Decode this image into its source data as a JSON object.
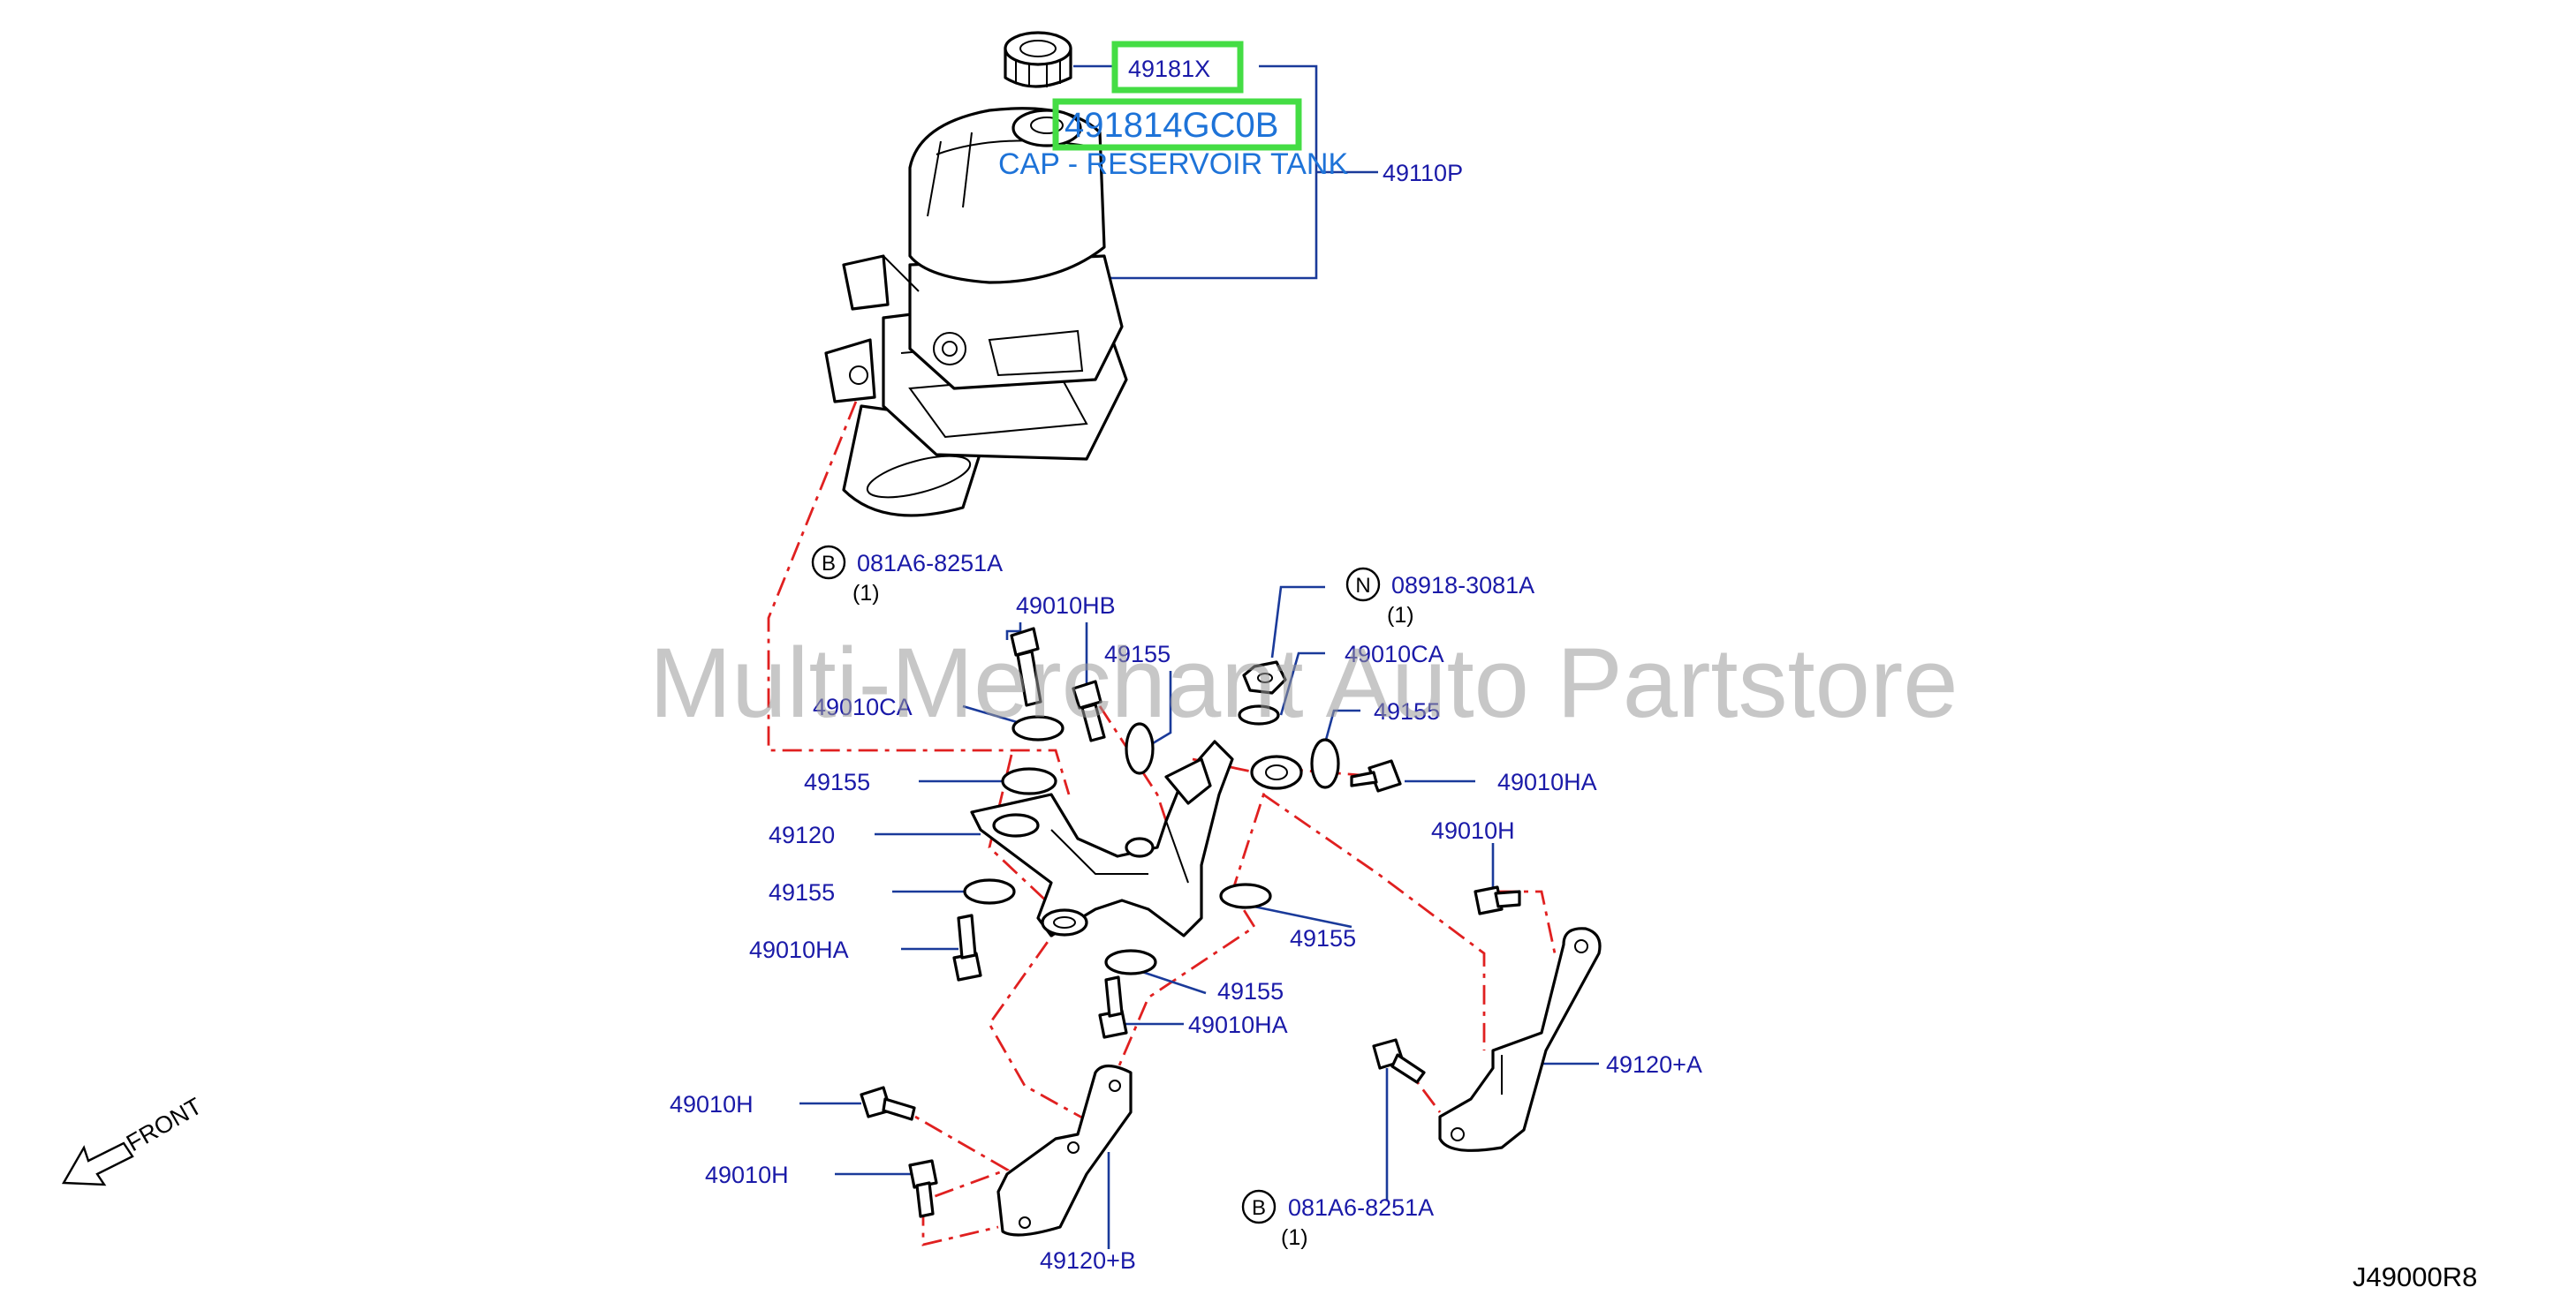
{
  "watermark": "Multi-Merchant Auto Partstore",
  "diagram_code": "J49000R8",
  "front_label": "FRONT",
  "highlight": {
    "part_no": "491814GC0B",
    "description": "CAP - RESERVOIR TANK",
    "color": "#44dd44"
  },
  "labels": {
    "p49181x": "49181X",
    "p49110p": "49110P",
    "b_bolt_top": "081A6-8251A",
    "b_bolt_top_qty": "(1)",
    "b_marker": "B",
    "p49010hb": "49010HB",
    "p49155_top": "49155",
    "n_nut": "08918-3081A",
    "n_nut_qty": "(1)",
    "n_marker": "N",
    "p49010ca_right": "49010CA",
    "p49010ca_left": "49010CA",
    "p49155_right": "49155",
    "p49010ha_right": "49010HA",
    "p49155_left1": "49155",
    "p49120": "49120",
    "p49010h_right": "49010H",
    "p49155_left2": "49155",
    "p49155_mid_right": "49155",
    "p49010ha_left": "49010HA",
    "p49155_bottom": "49155",
    "p49010ha_bottom": "49010HA",
    "p49120a": "49120+A",
    "p49010h_left1": "49010H",
    "p49010h_left2": "49010H",
    "p49120b": "49120+B",
    "b_bolt_bottom": "081A6-8251A",
    "b_bolt_bottom_qty": "(1)",
    "b_marker2": "B"
  }
}
